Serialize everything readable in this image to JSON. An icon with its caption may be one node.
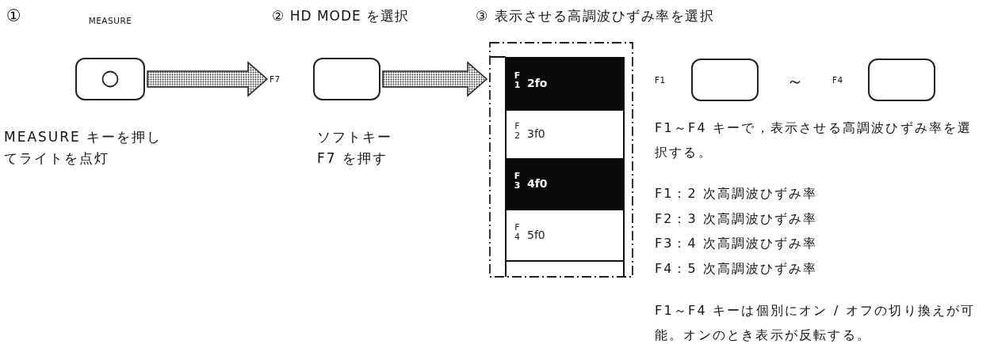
{
  "diagram": {
    "nodes": [
      {
        "text": [
          "MEASURE"
        ],
        "beside": [
          "MEASURE キーを押してライトを点灯"
        ]
      },
      {
        "text": [
          "F7"
        ],
        "beside": [
          "ソフトキーF7 を押す"
        ]
      },
      {
        "text": [],
        "shape": "box"
      },
      {
        "text": [
          "F 1",
          "2fo"
        ],
        "in": 2
      },
      {
        "text": [
          "F 2",
          "3f0"
        ],
        "in": 2
      },
      {
        "text": [
          "F 3",
          "4f0"
        ],
        "in": 2
      },
      {
        "text": [
          "F 4",
          "5f0"
        ],
        "in": 2
      },
      {
        "text": [
          "F1"
        ]
      },
      {
        "text": [
          "F4"
        ]
      }
    ],
    "edges": [
      {
        "from": 0,
        "to": 1,
        "arrow": "to"
      },
      {
        "from": 1,
        "to": 2,
        "arrow": "to"
      }
    ],
    "labels": [
      "①",
      "② HD MODE を選択",
      "③ 表示させる高調波ひずみ率を選択",
      "～",
      "F1～F4 キーで，表示させる高調波ひずみ率を選択する。",
      "F1：2 次高調波ひずみ率",
      "F2：3 次高調波ひずみ率",
      "F3：4 次高調波ひずみ率",
      "F4：5 次高調波ひずみ率",
      "F1～F4 キーは個別にオン / オフの切り換えが可能。オンのとき表示が反転する。"
    ]
  }
}
